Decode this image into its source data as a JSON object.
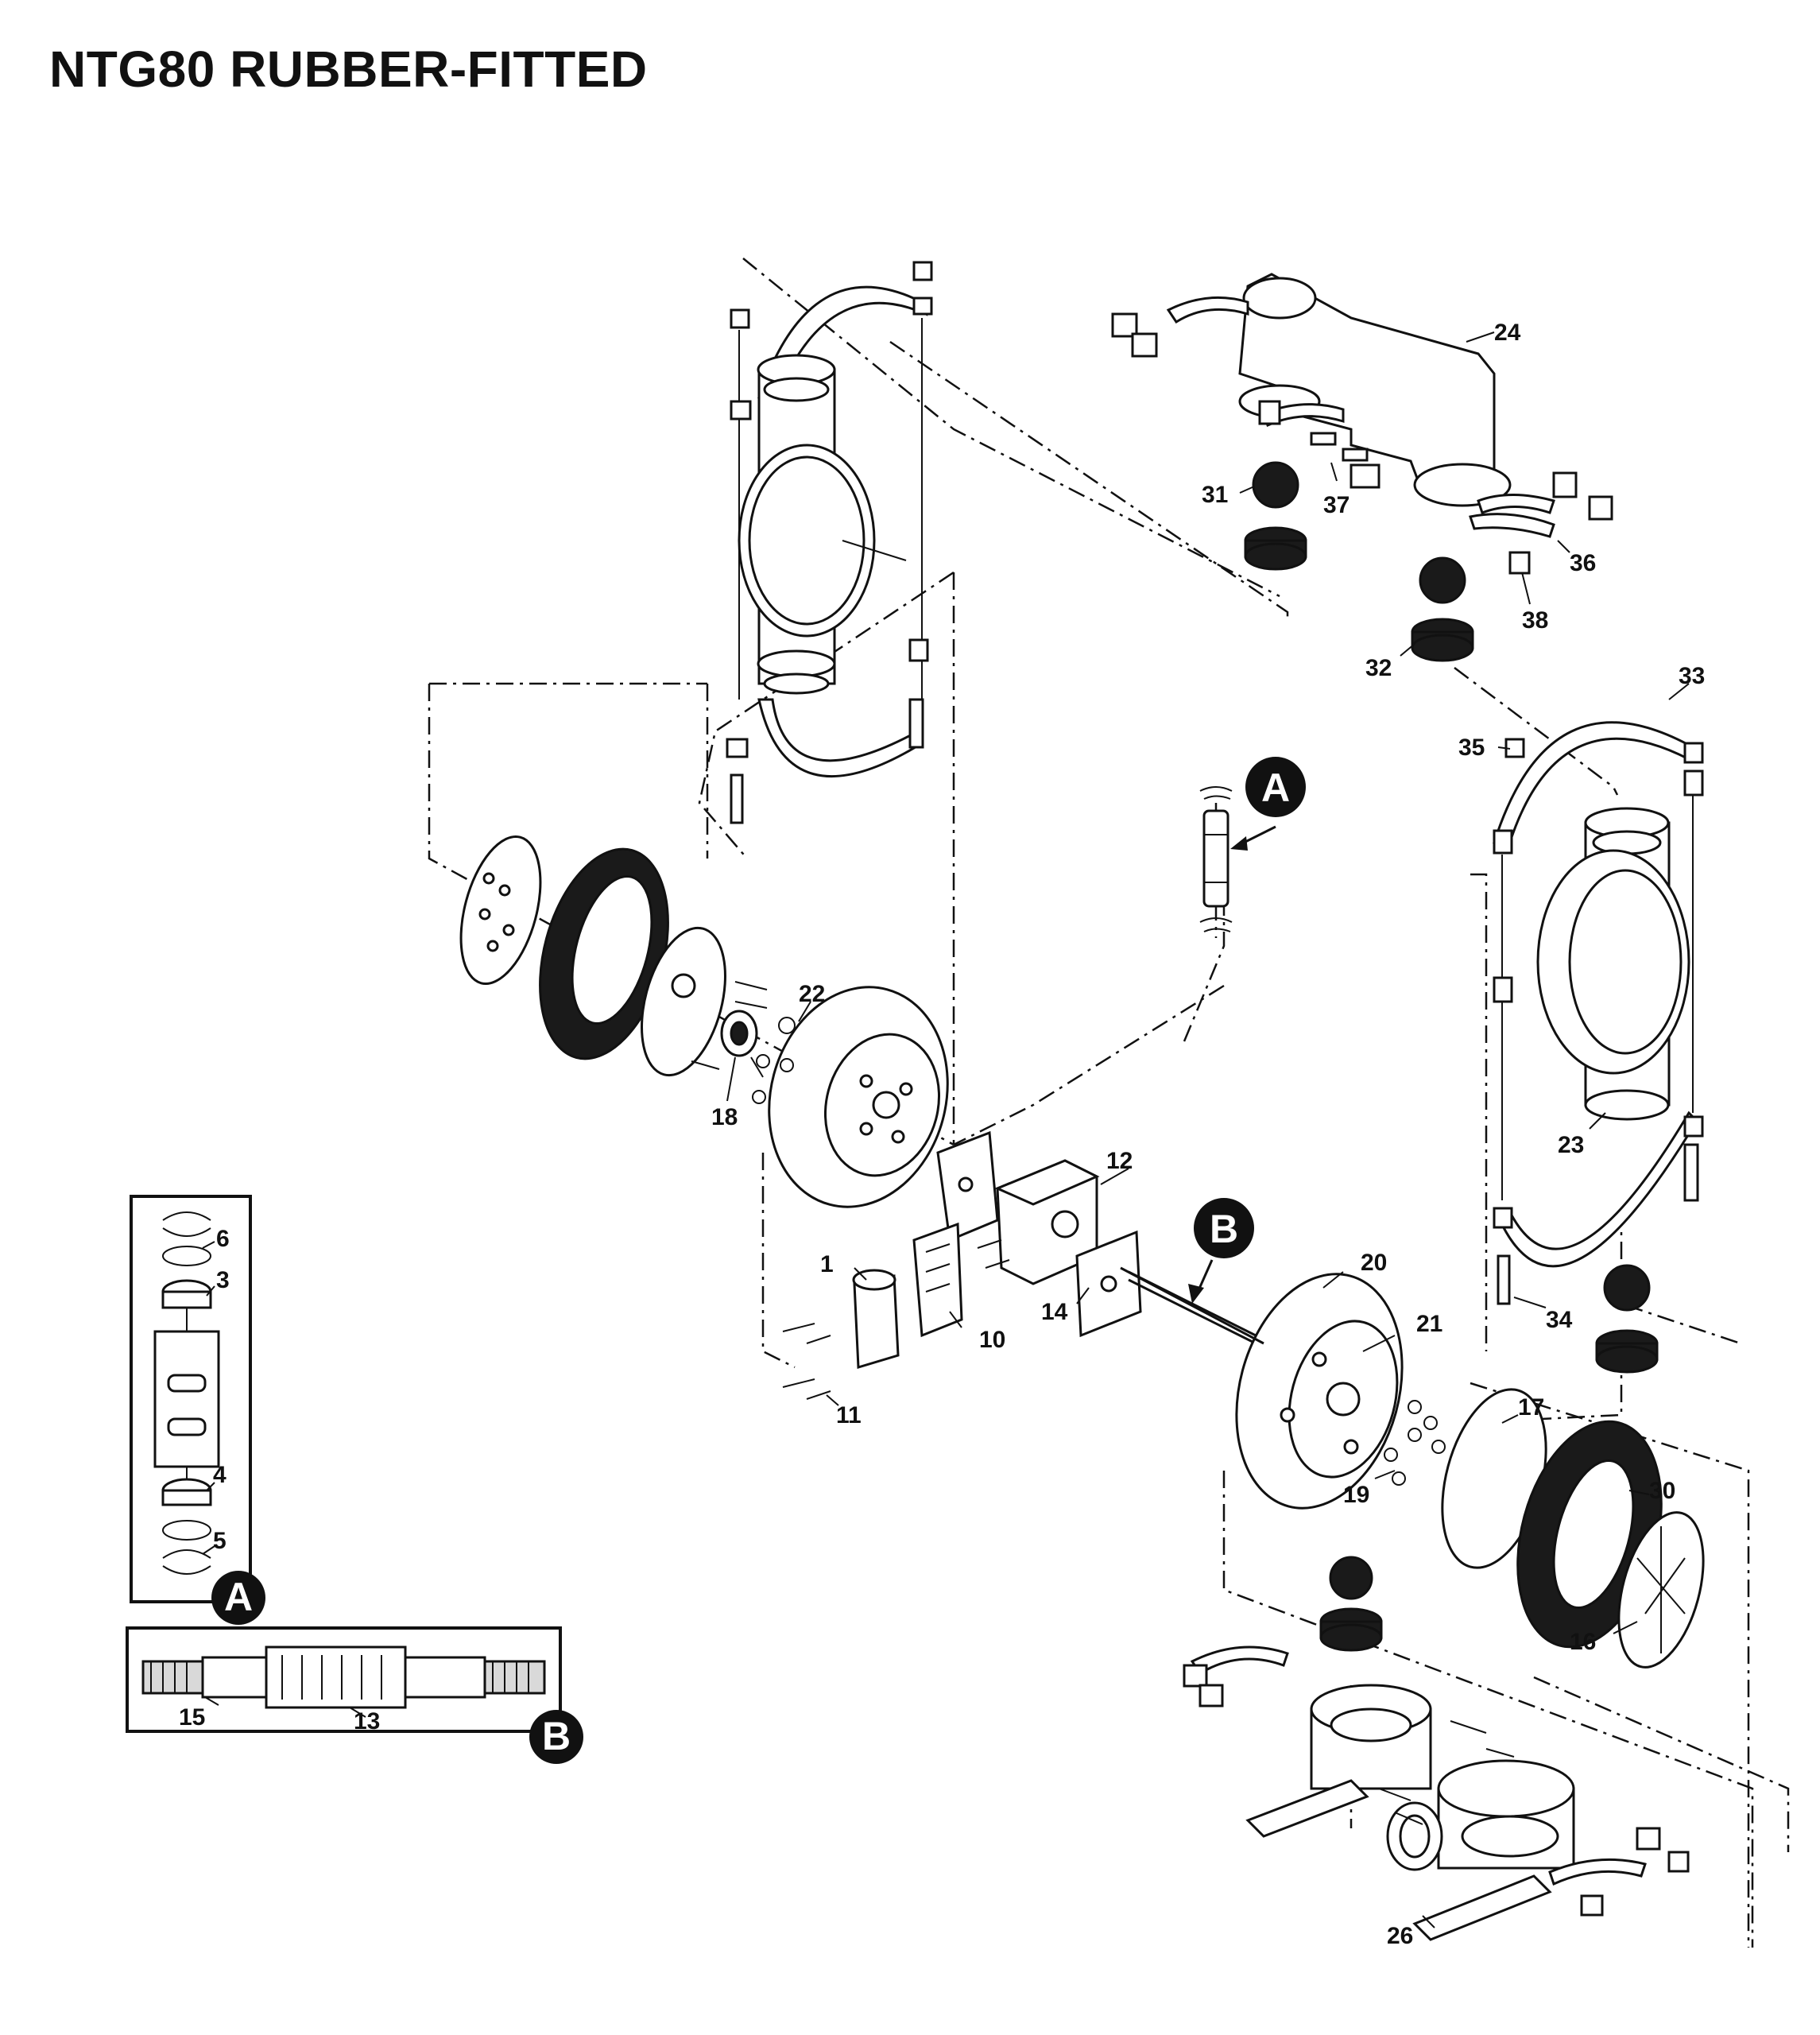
{
  "title": "NTG80 RUBBER-FITTED",
  "callouts": {
    "a": "A",
    "b": "B"
  },
  "labels": {
    "p1": "1",
    "p3": "3",
    "p4": "4",
    "p5": "5",
    "p6": "6",
    "p10": "10",
    "p11": "11",
    "p12": "12",
    "p13": "13",
    "p14": "14",
    "p15": "15",
    "p16": "16",
    "p17": "17",
    "p18": "18",
    "p19": "19",
    "p20": "20",
    "p21": "21",
    "p22": "22",
    "p23": "23",
    "p24": "24",
    "p26": "26",
    "p30": "30",
    "p31": "31",
    "p32": "32",
    "p33": "33",
    "p34": "34",
    "p35": "35",
    "p36": "36",
    "p37": "37",
    "p38": "38"
  }
}
